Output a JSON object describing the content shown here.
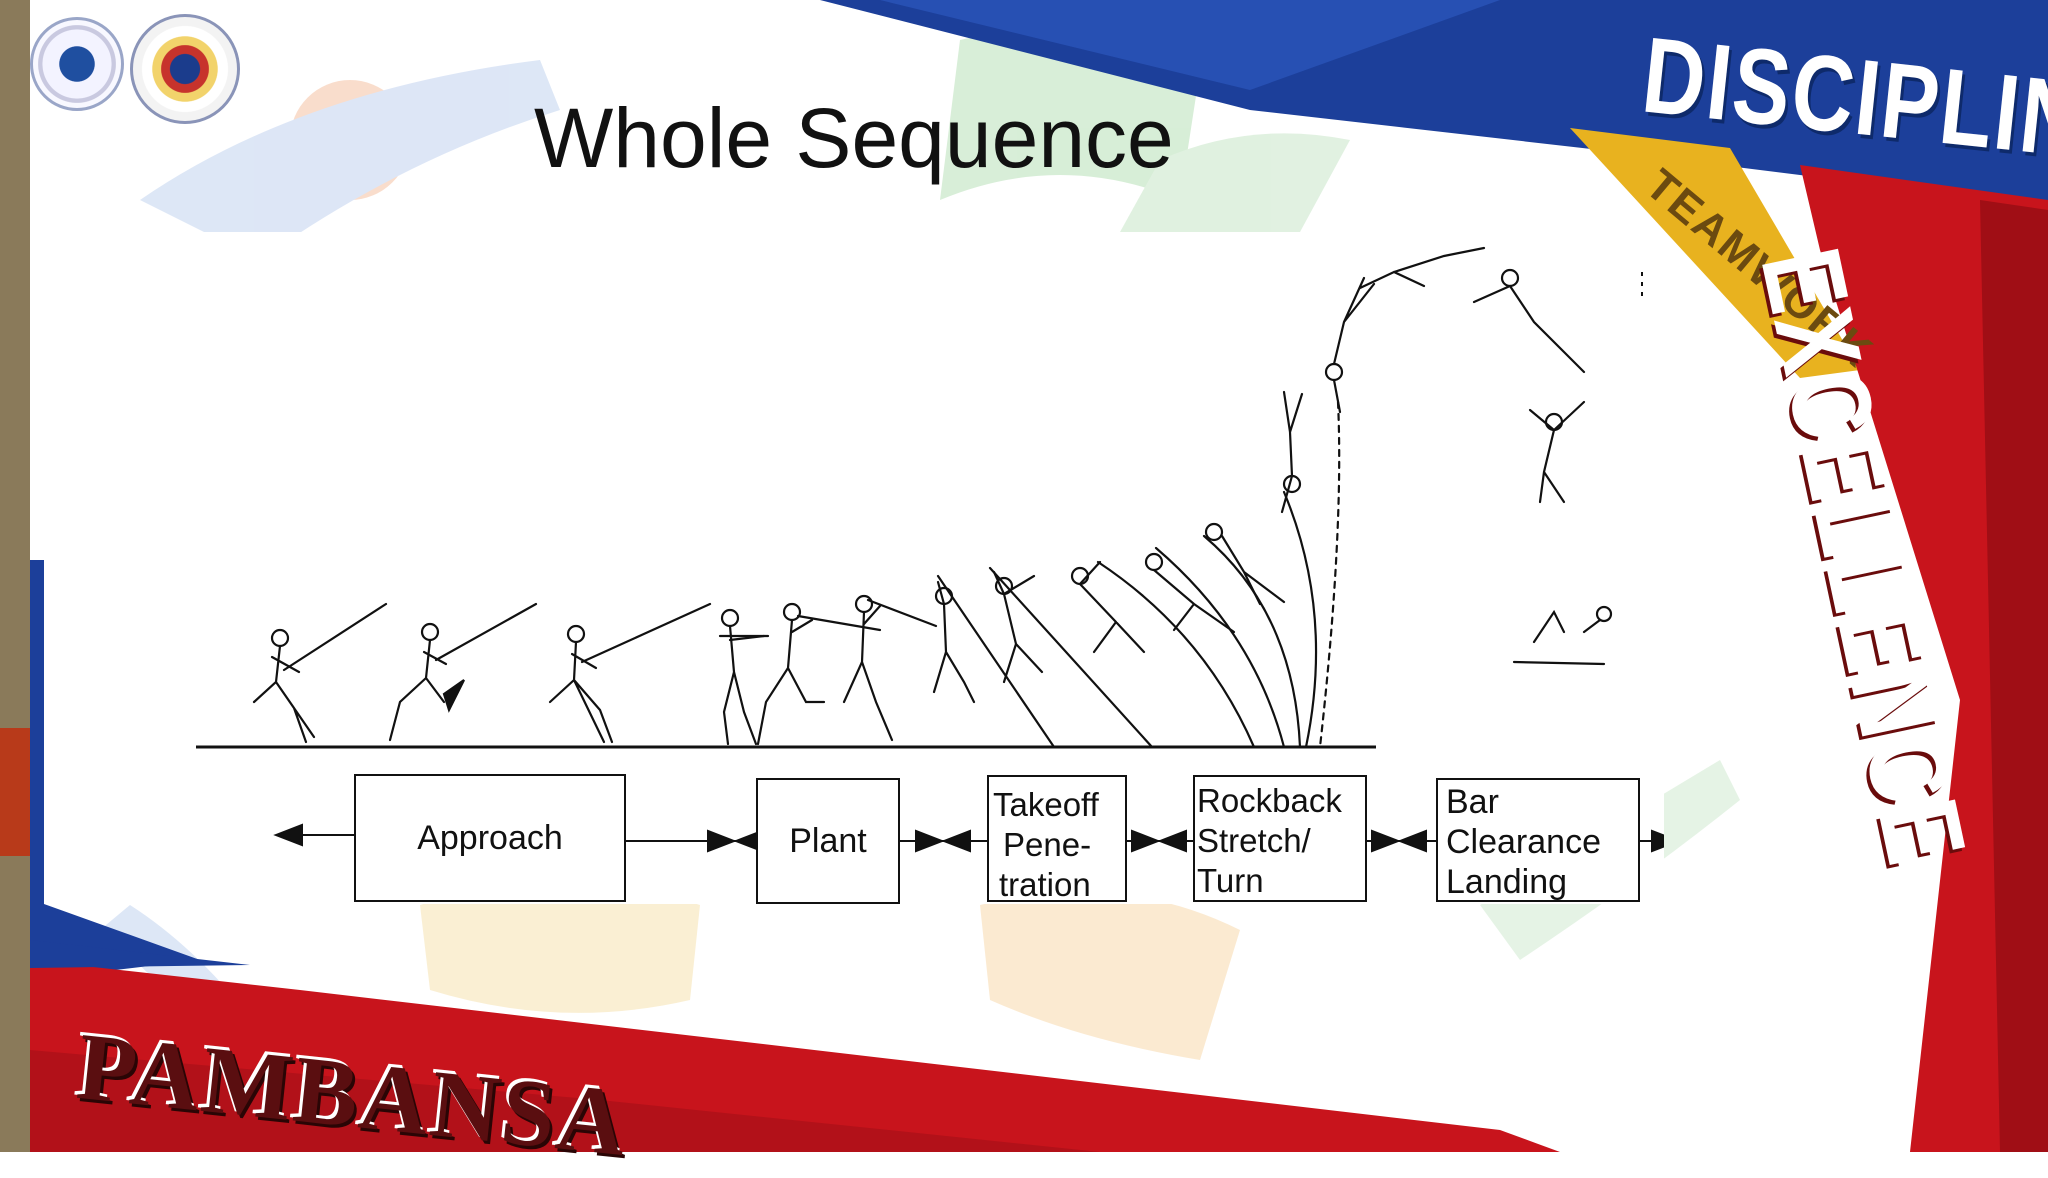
{
  "slide": {
    "title": "Whole Sequence",
    "background_words": [
      "DISCIPLINE",
      "TEAMWORK",
      "EXCELLENCE",
      "PAMBANSA"
    ]
  },
  "logos": {
    "left_seal": "Palarong Pambansa seal",
    "right_seal": "Kagawaran ng Edukasyon seal"
  },
  "diagram": {
    "phases": [
      {
        "id": "approach",
        "lines": [
          "Approach"
        ]
      },
      {
        "id": "plant",
        "lines": [
          "Plant"
        ]
      },
      {
        "id": "takeoff",
        "lines": [
          "Takeoff",
          "Pene-",
          "tration"
        ]
      },
      {
        "id": "rockback",
        "lines": [
          "Rockback",
          "Stretch/",
          "Turn"
        ]
      },
      {
        "id": "bar",
        "lines": [
          "Bar",
          "Clearance",
          "Landing"
        ]
      }
    ]
  },
  "colors": {
    "blue_band": "#1c3f9a",
    "red_band": "#c8141c",
    "yellow_band": "#e8b21f",
    "side_strip": "#8a7a5a",
    "accent_orange": "#b83a1a"
  }
}
